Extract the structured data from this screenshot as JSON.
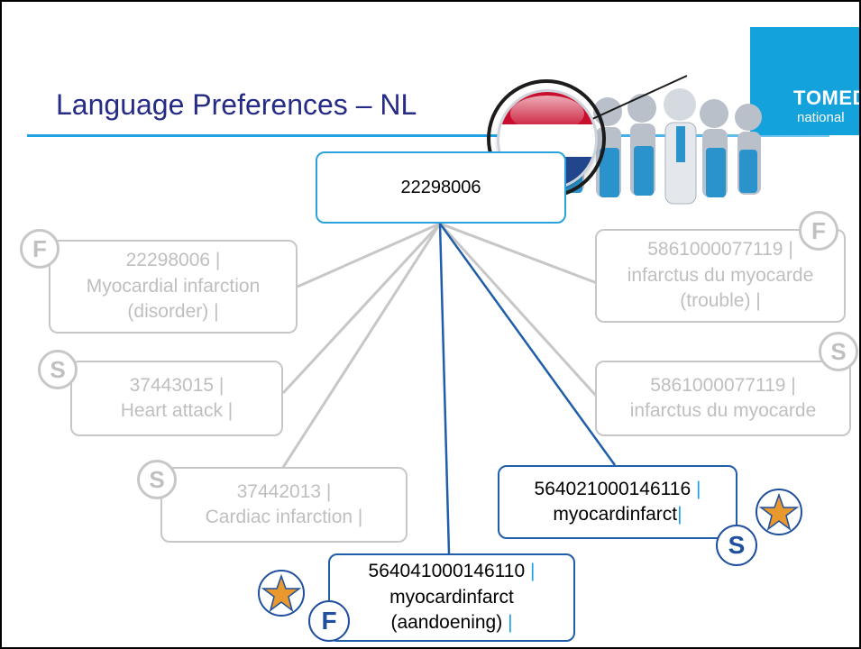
{
  "slide": {
    "title": "Language Preferences – NL",
    "logo": {
      "line1": "ТOMED",
      "line2": "national",
      "color": "#14a2dc"
    },
    "flag": {
      "colors": [
        "#c8102e",
        "#ffffff",
        "#21468b"
      ]
    }
  },
  "root": {
    "text": "22298006"
  },
  "grey_descriptions": [
    {
      "id": "22298006 |",
      "term": "Myocardial infarction (disorder) |",
      "badge": "F"
    },
    {
      "id": "37443015 |",
      "term": "Heart attack |",
      "badge": "S"
    },
    {
      "id": "37442013 |",
      "term": "Cardiac infarction |",
      "badge": "S"
    },
    {
      "id": "5861000077119 |",
      "term": "infarctus du myocarde (trouble) |",
      "badge": "F"
    },
    {
      "id": "5861000077119 |",
      "term": "infarctus du myocarde",
      "badge": "S"
    }
  ],
  "active_descriptions": [
    {
      "id": "564021000146116",
      "bar": "|",
      "term": "myocardinfarct",
      "term_bar": "|",
      "badge": "S"
    },
    {
      "id": "564041000146110",
      "bar": "|",
      "term": "myocardinfarct",
      "term2": "(aandoening)",
      "term_bar": "|",
      "badge": "F"
    }
  ],
  "colors": {
    "title": "#262b86",
    "accent": "#1fa1e4",
    "active": "#1f5ea8",
    "grey": "#c7c7c7",
    "star": "#e8982c"
  }
}
